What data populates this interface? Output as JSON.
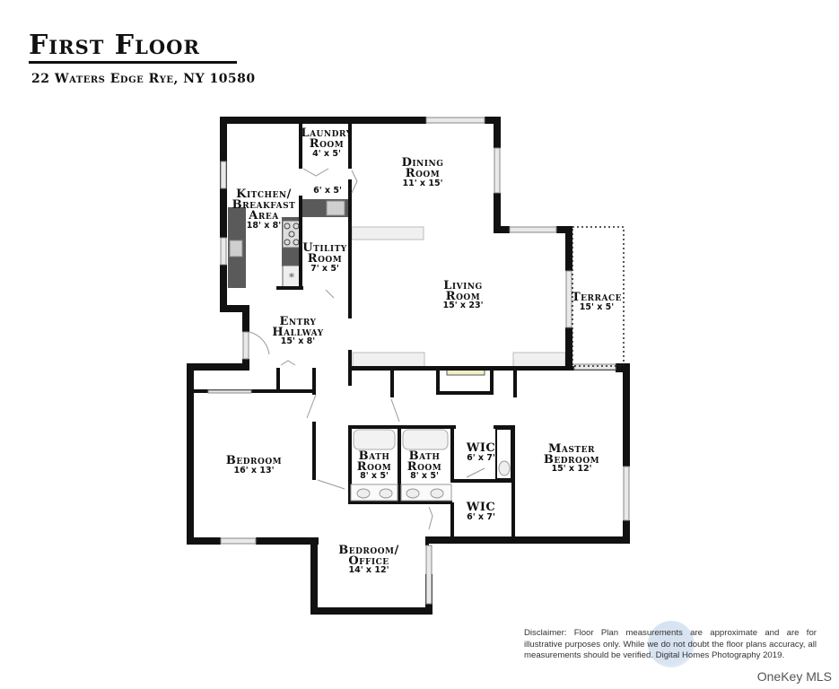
{
  "header": {
    "title": "First Floor",
    "address": "22 Waters Edge Rye, NY 10580"
  },
  "rooms": {
    "laundry": {
      "name1": "Laundry",
      "name2": "Room",
      "size": "4' x 5'"
    },
    "dining": {
      "name1": "Dining",
      "name2": "Room",
      "size": "11' x 15'"
    },
    "pantry": {
      "size": "6' x 5'"
    },
    "kitchen": {
      "name1": "Kitchen/",
      "name2": "Breakfast",
      "name3": "Area",
      "size": "18' x 8'"
    },
    "utility": {
      "name1": "Utility",
      "name2": "Room",
      "size": "7' x 5'"
    },
    "living": {
      "name1": "Living",
      "name2": "Room",
      "size": "15' x 23'"
    },
    "terrace": {
      "name1": "Terrace",
      "size": "15' x 5'"
    },
    "entry": {
      "name1": "Entry",
      "name2": "Hallway",
      "size": "15' x 8'"
    },
    "bedroom": {
      "name1": "Bedroom",
      "size": "16' x 13'"
    },
    "bath1": {
      "name1": "Bath",
      "name2": "Room",
      "size": "8' x 5'"
    },
    "bath2": {
      "name1": "Bath",
      "name2": "Room",
      "size": "8' x 5'"
    },
    "wic1": {
      "name1": "WIC",
      "size": "6' x 7'"
    },
    "wic2": {
      "name1": "WIC",
      "size": "6' x 7'"
    },
    "master": {
      "name1": "Master",
      "name2": "Bedroom",
      "size": "15' x 12'"
    },
    "office": {
      "name1": "Bedroom/",
      "name2": "Office",
      "size": "14' x 12'"
    }
  },
  "footer": {
    "disclaimer": "Disclaimer: Floor Plan measurements are approximate and are for illustrative purposes only. While we do not doubt the floor plans accuracy, all measurements should be verified. Digital Homes Photography 2019.",
    "brand": "OneKey MLS"
  },
  "colors": {
    "wall": "#111111",
    "counter": "#5a5a5a",
    "fireplace": "#f3efc4",
    "window": "#d8d8d8",
    "watermark": "#b4c8e1"
  }
}
